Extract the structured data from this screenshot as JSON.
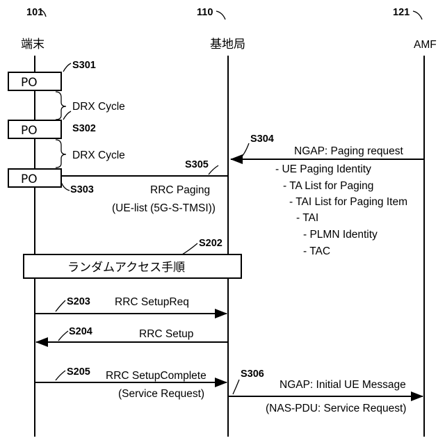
{
  "entities": [
    {
      "ref": "101",
      "name": "端末"
    },
    {
      "ref": "110",
      "name": "基地局"
    },
    {
      "ref": "121",
      "name": "AMF"
    }
  ],
  "po_label": "PO",
  "drx_label": "DRX Cycle",
  "steps": {
    "s301": "S301",
    "s302": "S302",
    "s303": "S303",
    "s304": "S304",
    "s305": "S305",
    "s202": "S202",
    "s203": "S203",
    "s204": "S204",
    "s205": "S205",
    "s306": "S306"
  },
  "messages": {
    "ngap_paging_title": "NGAP: Paging request",
    "ngap_paging_items": [
      "- UE Paging Identity",
      "- TA List for Paging",
      "- TAI List for Paging Item",
      "- TAI",
      "- PLMN Identity",
      "- TAC"
    ],
    "rrc_paging": "RRC Paging",
    "rrc_paging_sub": "(UE-list (5G-S-TMSI))",
    "random_access": "ランダムアクセス手順",
    "setup_req": "RRC SetupReq",
    "setup": "RRC Setup",
    "setup_complete": "RRC SetupComplete",
    "setup_complete_sub": "(Service Request)",
    "ngap_initial": "NGAP: Initial UE Message",
    "ngap_initial_sub": "(NAS-PDU: Service Request)"
  }
}
